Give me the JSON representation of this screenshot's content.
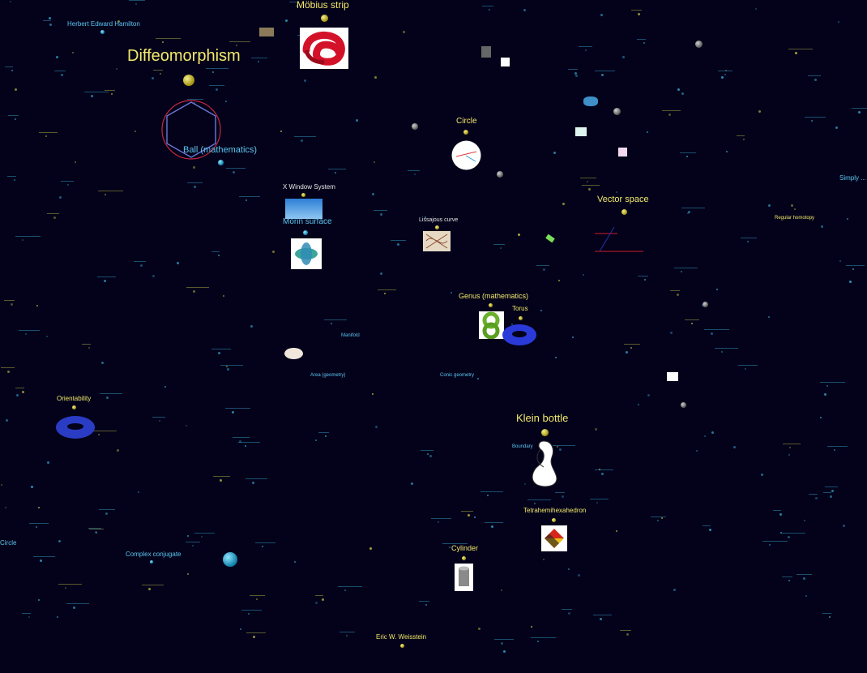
{
  "labels": {
    "diffeomorphism": "Diffeomorphism",
    "mobius": "Möbius strip",
    "ball": "Ball (mathematics)",
    "circle": "Circle",
    "vector_space": "Vector space",
    "x_window": "X Window System",
    "morin": "Morin surface",
    "lissajous": "Lissajous curve",
    "genus": "Genus (mathematics)",
    "torus": "Torus",
    "klein": "Klein bottle",
    "orientability": "Orientability",
    "tetrahemi": "Tetrahemihexahedron",
    "cylinder": "Cylinder",
    "complex_conjugate": "Complex conjugate",
    "circle_left": "Circle",
    "weisstein": "Eric W. Weisstein",
    "herbert": "Herbert Edward Hamilton",
    "simply": "Simply ...",
    "manifold": "Manifold",
    "area": "Area (geometry)",
    "conic": "Conic geometry",
    "regular": "Regular homotopy",
    "boundary": "Boundary"
  },
  "colors": {
    "background": "#03021a",
    "primary_label": "#f3e86b",
    "secondary_label": "#5cc6ef"
  }
}
